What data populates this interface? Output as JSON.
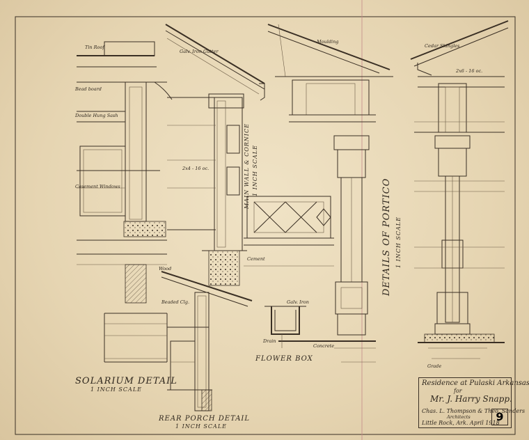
{
  "drawings": {
    "solarium_title": "SOLARIUM DETAIL",
    "solarium_scale": "1 INCH SCALE",
    "rear_porch_title": "REAR PORCH DETAIL",
    "rear_porch_scale": "1 INCH SCALE",
    "flower_box_title": "FLOWER BOX",
    "portico_title": "DETAILS OF PORTICO",
    "portico_scale": "1 INCH SCALE",
    "wall_title": "MAIN WALL & CORNICE",
    "wall_scale": "1 INCH SCALE"
  },
  "notes": {
    "tin_roof": "Tin Roof",
    "gutter": "Galv. Iron Gutter",
    "moulding": "Moulding",
    "cedar_shingles": "Cedar Shingles",
    "bead_board": "Bead board",
    "double_hung": "Double Hung Sash",
    "casement": "Casement Windows",
    "wood": "Wood",
    "cement": "Cement",
    "concrete": "Concrete",
    "beaded_ceiling": "Beaded Clg.",
    "galv_iron": "Galv. Iron",
    "drain": "Drain",
    "grade": "Grade",
    "dim_2x4": "2x4 - 16 oc.",
    "dim_2x6": "2x6 - 16 oc."
  },
  "title_block": {
    "line1": "Residence at Pulaski Arkansas",
    "line2": "for",
    "line3": "Mr. J. Harry Snapp.",
    "line4": "Chas. L. Thompson & Theo. Sanders",
    "line5": "Architects",
    "line6": "Little Rock, Ark. April 1918"
  },
  "sheet_number": "9"
}
